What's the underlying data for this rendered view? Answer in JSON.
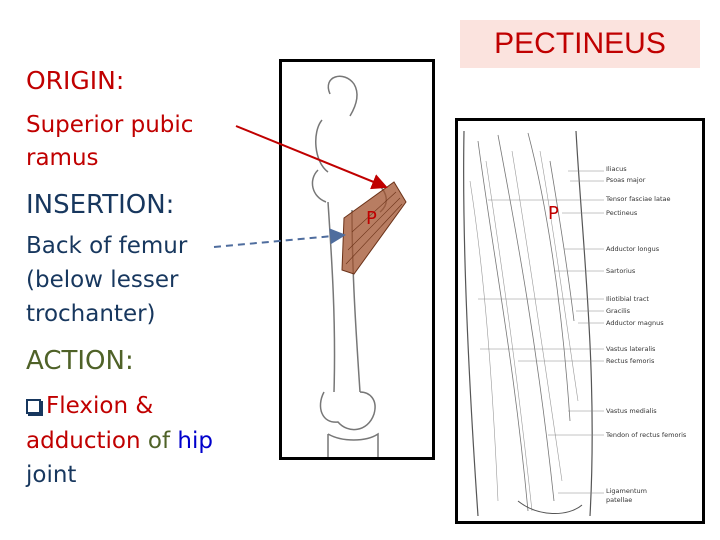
{
  "title": "PECTINEUS",
  "origin": {
    "heading": "ORIGIN:",
    "line1": "Superior pubic",
    "line2": "ramus"
  },
  "insertion": {
    "heading": "INSERTION:",
    "line1": "Back of femur",
    "line2": "(below lesser",
    "line3": "trochanter)"
  },
  "action": {
    "heading": "ACTION:",
    "bullet_glyph": "q",
    "line1": "Flexion &",
    "line2_word1": "adduction",
    "line2_word2": "of",
    "line2_word3": "hip",
    "line3": "joint"
  },
  "figure_left": {
    "marker": "P"
  },
  "figure_right": {
    "marker": "P",
    "labels": [
      "Iliacus",
      "Psoas major",
      "Tensor fasciae latae",
      "Pectineus",
      "Adductor longus",
      "Sartorius",
      "Iliotibial tract",
      "Gracilis",
      "Adductor magnus",
      "Vastus lateralis",
      "Rectus femoris",
      "Vastus medialis",
      "Tendon of rectus femoris",
      "Ligamentum",
      "patellae"
    ]
  },
  "colors": {
    "heading_red": "#c00000",
    "body_blue": "#17375e",
    "word_blue": "#0000cc",
    "word_olive": "#4f6228",
    "title_bg": "#fbe3de",
    "muscle_brown": "#a0522d"
  }
}
